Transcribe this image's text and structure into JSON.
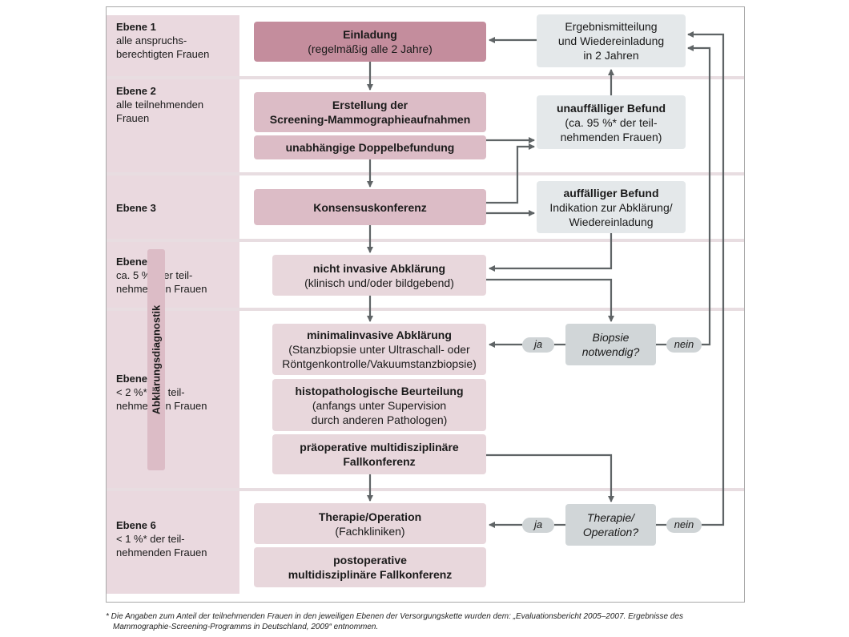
{
  "levels": [
    {
      "title": "Ebene 1",
      "lines": [
        "alle anspruchs-",
        "berechtigten Frauen"
      ]
    },
    {
      "title": "Ebene 2",
      "lines": [
        "alle teilnehmenden",
        "Frauen"
      ]
    },
    {
      "title": "Ebene 3",
      "lines": []
    },
    {
      "title": "Ebene 4",
      "lines": [
        "ca. 5 %* der teil-",
        "nehmenden Frauen"
      ]
    },
    {
      "title": "Ebene 5",
      "lines": [
        "< 2 %* der teil-",
        "nehmenden Frauen"
      ]
    },
    {
      "title": "Ebene 6",
      "lines": [
        "< 1 %* der teil-",
        "nehmenden Frauen"
      ]
    }
  ],
  "boxes": {
    "einladung": [
      "Einladung",
      "(regelmäßig alle 2 Jahre)"
    ],
    "erstellung": [
      "Erstellung der",
      "Screening-Mammographieaufnahmen"
    ],
    "doppelbefundung": [
      "unabhängige Doppelbefundung"
    ],
    "konsensus": [
      "Konsensuskonferenz"
    ],
    "nicht_invasiv": [
      "nicht invasive Abklärung",
      "(klinisch und/oder bildgebend)"
    ],
    "minimalinvasiv": [
      "minimalinvasive Abklärung",
      "(Stanzbiopsie unter Ultraschall- oder",
      "Röntgenkontrolle/Vakuumstanzbiopsie)"
    ],
    "histopath": [
      "histopathologische Beurteilung",
      "(anfangs unter Supervision",
      "durch anderen Pathologen)"
    ],
    "praeoperativ": [
      "präoperative multidisziplinäre",
      "Fallkonferenz"
    ],
    "therapie": [
      "Therapie/Operation",
      "(Fachkliniken)"
    ],
    "postoperativ": [
      "postoperative",
      "multidisziplinäre Fallkonferenz"
    ],
    "ergebnis": [
      "Ergebnismitteilung",
      "und Wiedereinladung",
      "in 2 Jahren"
    ],
    "unauffaellig": [
      "unauffälliger Befund",
      "(ca. 95 %* der teil-",
      "nehmenden Frauen)"
    ],
    "auffaellig": [
      "auffälliger Befund",
      "Indikation zur Abklärung/",
      "Wiedereinladung"
    ],
    "biopsie_q": [
      "Biopsie",
      "notwendig?"
    ],
    "therapie_q": [
      "Therapie/",
      "Operation?"
    ]
  },
  "side_label": "Abklärungsdiagnostik",
  "pills": {
    "ja": "ja",
    "nein": "nein"
  },
  "footnote": [
    "* Die Angaben zum Anteil der teilnehmenden Frauen in den jeweiligen Ebenen der Versorgungskette wurden dem: „Evaluationsbericht 2005–2007. Ergebnisse des",
    "Mammographie-Screening-Programms in Deutschland, 2009“ entnommen."
  ]
}
